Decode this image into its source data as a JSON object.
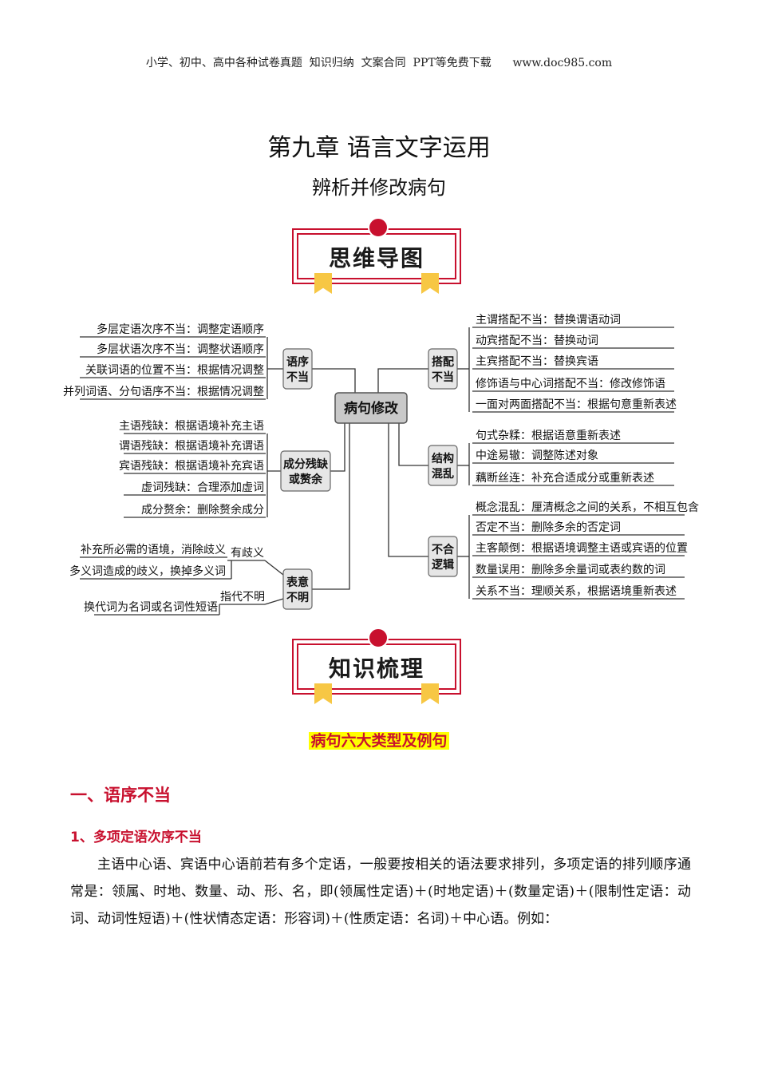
{
  "header": {
    "text": "小学、初中、高中各种试卷真题  知识归纳  文案合同  PPT等免费下载      www.doc985.com"
  },
  "title": "第九章 语言文字运用",
  "subtitle": "辨析并修改病句",
  "banners": {
    "mind_map": "思维导图",
    "knowledge": "知识梳理"
  },
  "mindmap": {
    "center": "病句修改",
    "left": [
      {
        "lines": [
          "语序",
          "不当"
        ],
        "items": [
          "多层定语次序不当：调整定语顺序",
          "多层状语次序不当：调整状语顺序",
          "关联词语的位置不当：根据情况调整",
          "并列词语、分句语序不当：根据情况调整"
        ]
      },
      {
        "lines": [
          "成分残缺",
          "或赘余"
        ],
        "items": [
          "主语残缺：根据语境补充主语",
          "谓语残缺：根据语境补充谓语",
          "宾语残缺：根据语境补充宾语",
          "虚词残缺：合理添加虚词",
          "成分赘余：删除赘余成分"
        ]
      },
      {
        "lines": [
          "表意",
          "不明"
        ],
        "subs": [
          {
            "label": "有歧义",
            "items": [
              "补充所必需的语境，消除歧义",
              "多义词造成的歧义，换掉多义词"
            ]
          },
          {
            "label": "指代不明",
            "items": [
              "换代词为名词或名词性短语"
            ]
          }
        ]
      }
    ],
    "right": [
      {
        "lines": [
          "搭配",
          "不当"
        ],
        "items": [
          "主谓搭配不当：替换谓语动词",
          "动宾搭配不当：替换动词",
          "主宾搭配不当：替换宾语",
          "修饰语与中心词搭配不当：修改修饰语",
          "一面对两面搭配不当：根据句意重新表述"
        ]
      },
      {
        "lines": [
          "结构",
          "混乱"
        ],
        "items": [
          "句式杂糅：根据语意重新表述",
          "中途易辙：调整陈述对象",
          "藕断丝连：补充合适成分或重新表述"
        ]
      },
      {
        "lines": [
          "不合",
          "逻辑"
        ],
        "items": [
          "概念混乱：厘清概念之间的关系，不相互包含",
          "否定不当：删除多余的否定词",
          "主客颠倒：根据语境调整主语或宾语的位置",
          "数量误用：删除多余量词或表约数的词",
          "关系不当：理顺关系，根据语境重新表述"
        ]
      }
    ]
  },
  "section_heading": "病句六大类型及例句",
  "h1": "一、语序不当",
  "h2": "1、多项定语次序不当",
  "paragraph": "主语中心语、宾语中心语前若有多个定语，一般要按相关的语法要求排列，多项定语的排列顺序通常是：领属、时地、数量、动、形、名，即(领属性定语)＋(时地定语)＋(数量定语)＋(限制性定语：动词、动词性短语)＋(性状情态定语：形容词)＋(性质定语：名词)＋中心语。例如："
}
